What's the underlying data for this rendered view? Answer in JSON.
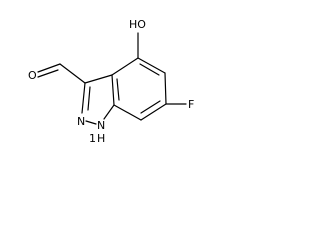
{
  "molecule": {
    "atoms": {
      "hydroxyl": "HO",
      "fluorine": "F",
      "aldehyde_oxygen": "O",
      "ring_nitrogen": "N",
      "ring_nh": "N",
      "nh_hydrogen": "H",
      "nh_locant": "1"
    }
  }
}
